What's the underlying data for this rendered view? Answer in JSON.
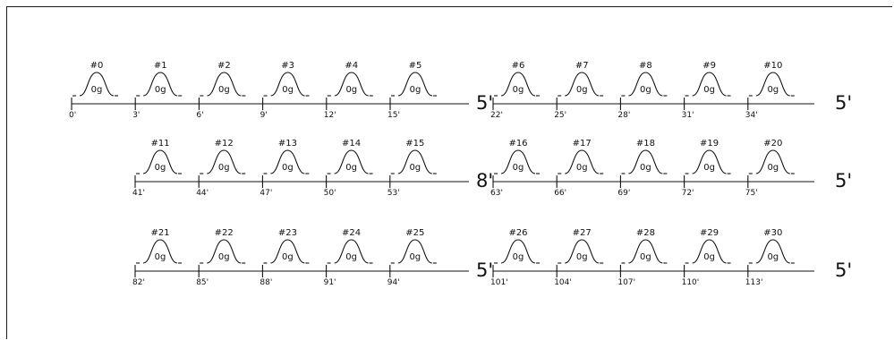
{
  "rows": [
    {
      "groups": [
        {
          "markers": [
            "0'",
            "3'",
            "6'",
            "9'",
            "12'",
            "15'"
          ],
          "units": [
            {
              "label": "#0",
              "weight": "0g"
            },
            {
              "label": "#1",
              "weight": "0g"
            },
            {
              "label": "#2",
              "weight": "0g"
            },
            {
              "label": "#3",
              "weight": "0g"
            },
            {
              "label": "#4",
              "weight": "0g"
            },
            {
              "label": "#5",
              "weight": "0g"
            }
          ]
        },
        {
          "markers": [
            "22'",
            "25'",
            "28'",
            "31'",
            "34'"
          ],
          "units": [
            {
              "label": "#6",
              "weight": "0g"
            },
            {
              "label": "#7",
              "weight": "0g"
            },
            {
              "label": "#8",
              "weight": "0g"
            },
            {
              "label": "#9",
              "weight": "0g"
            },
            {
              "label": "#10",
              "weight": "0g"
            }
          ]
        }
      ],
      "gaps": [
        "5'",
        "5'"
      ]
    },
    {
      "groups": [
        {
          "markers": [
            "41'",
            "44'",
            "47'",
            "50'",
            "53'"
          ],
          "units": [
            {
              "label": "#11",
              "weight": "0g"
            },
            {
              "label": "#12",
              "weight": "0g"
            },
            {
              "label": "#13",
              "weight": "0g"
            },
            {
              "label": "#14",
              "weight": "0g"
            },
            {
              "label": "#15",
              "weight": "0g"
            }
          ]
        },
        {
          "markers": [
            "63'",
            "66'",
            "69'",
            "72'",
            "75'"
          ],
          "units": [
            {
              "label": "#16",
              "weight": "0g"
            },
            {
              "label": "#17",
              "weight": "0g"
            },
            {
              "label": "#18",
              "weight": "0g"
            },
            {
              "label": "#19",
              "weight": "0g"
            },
            {
              "label": "#20",
              "weight": "0g"
            }
          ]
        }
      ],
      "gaps": [
        "8'",
        "5'"
      ]
    },
    {
      "groups": [
        {
          "markers": [
            "82'",
            "85'",
            "88'",
            "91'",
            "94'"
          ],
          "units": [
            {
              "label": "#21",
              "weight": "0g"
            },
            {
              "label": "#22",
              "weight": "0g"
            },
            {
              "label": "#23",
              "weight": "0g"
            },
            {
              "label": "#24",
              "weight": "0g"
            },
            {
              "label": "#25",
              "weight": "0g"
            }
          ]
        },
        {
          "markers": [
            "101'",
            "104'",
            "107'",
            "110'",
            "113'"
          ],
          "units": [
            {
              "label": "#26",
              "weight": "0g"
            },
            {
              "label": "#27",
              "weight": "0g"
            },
            {
              "label": "#28",
              "weight": "0g"
            },
            {
              "label": "#29",
              "weight": "0g"
            },
            {
              "label": "#30",
              "weight": "0g"
            }
          ]
        }
      ],
      "gaps": [
        "5'",
        "5'"
      ]
    }
  ]
}
